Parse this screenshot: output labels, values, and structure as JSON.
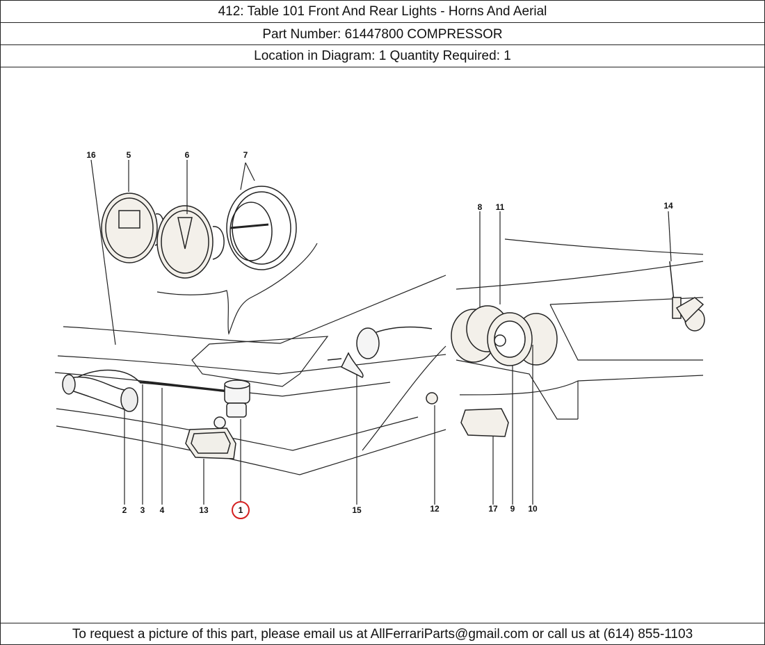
{
  "header": {
    "title": "412:   Table 101 Front And Rear Lights - Horns And Aerial",
    "part_number": "Part Number: 61447800   COMPRESSOR",
    "location": "Location in Diagram: 1   Quantity Required: 1"
  },
  "diagram": {
    "callouts": [
      "16",
      "5",
      "6",
      "7",
      "8",
      "11",
      "14",
      "2",
      "3",
      "4",
      "13",
      "1",
      "15",
      "12",
      "17",
      "9",
      "10"
    ],
    "highlighted_callout": "1",
    "highlight_color": "#d42020"
  },
  "footer": {
    "text": "To request a picture of this part, please email us at AllFerrariParts@gmail.com or call us at (614) 855-1103"
  }
}
